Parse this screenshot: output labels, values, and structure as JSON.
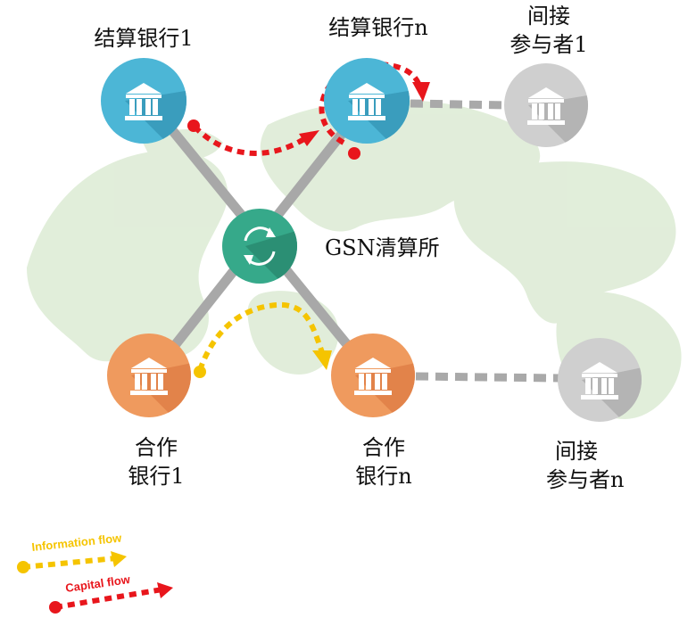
{
  "nodes": {
    "settlement_bank_1": "结算银行1",
    "settlement_bank_n": "结算银行n",
    "indirect_participant_1": [
      "间接",
      "参与者1"
    ],
    "clearing_house": "GSN清算所",
    "partner_bank_1": [
      "合作",
      "银行1"
    ],
    "partner_bank_n": [
      "合作",
      "银行n"
    ],
    "indirect_participant_n": [
      "间接",
      "参与者n"
    ]
  },
  "legend": {
    "information_flow": "Information flow",
    "capital_flow": "Capital flow"
  },
  "colors": {
    "settlement_blue": "#4cb6d6",
    "partner_orange": "#ef9a5e",
    "clearing_teal": "#36a98a",
    "indirect_gray": "#c9c9c9",
    "capital_red": "#e8161c",
    "information_yellow": "#f5c400",
    "map_green": "#dcebd4"
  },
  "icons": {
    "bank": "bank-building-icon",
    "sync": "sync-arrows-icon"
  }
}
